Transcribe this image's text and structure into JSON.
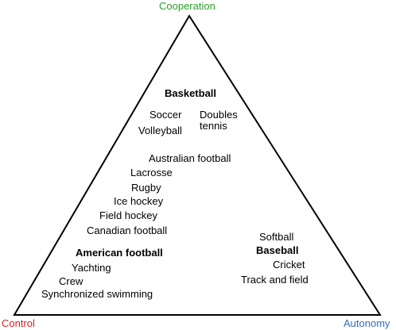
{
  "colors": {
    "cooperation": "#2e9e2e",
    "control": "#d62020",
    "autonomy": "#2f6fb5",
    "text": "#000000",
    "line": "#000000"
  },
  "corners": {
    "top": "Cooperation",
    "left": "Control",
    "right": "Autonomy"
  },
  "sports": {
    "basketball": "Basketball",
    "soccer": "Soccer",
    "volleyball": "Volleyball",
    "doubles_tennis_line1": "Doubles",
    "doubles_tennis_line2": "tennis",
    "australian_football": "Australian football",
    "lacrosse": "Lacrosse",
    "rugby": "Rugby",
    "ice_hockey": "Ice hockey",
    "field_hockey": "Field hockey",
    "canadian_football": "Canadian football",
    "american_football": "American football",
    "yachting": "Yachting",
    "crew": "Crew",
    "synchronized_swimming": "Synchronized swimming",
    "softball": "Softball",
    "baseball": "Baseball",
    "cricket": "Cricket",
    "track_and_field": "Track and field"
  }
}
